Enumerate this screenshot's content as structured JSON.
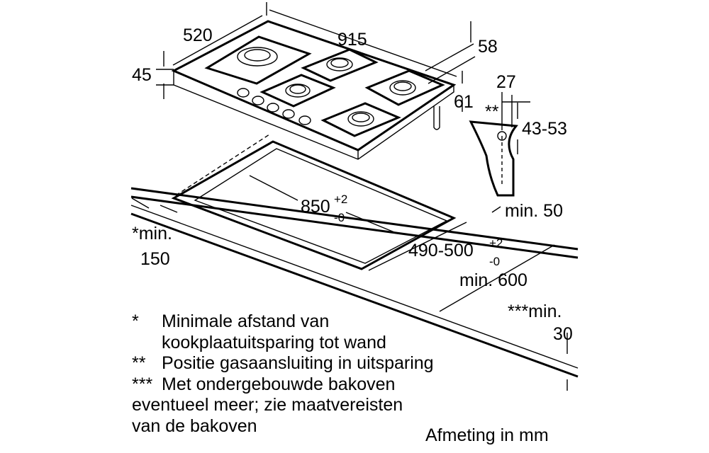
{
  "dimensions": {
    "depth": "520",
    "width": "915",
    "height": "45",
    "side_offset": "58",
    "rear_offset": "61",
    "connection_offset": "27",
    "connection_height": "43-53",
    "connection_marker": "**",
    "cutout_width": "850",
    "cutout_width_tol_plus": "+2",
    "cutout_width_tol_minus": "-0",
    "cutout_depth": "490-500",
    "cutout_depth_tol_plus": "+2",
    "cutout_depth_tol_minus": "-0",
    "front_edge_min": "min. 50",
    "worktop_min_depth": "min. 600",
    "wall_min_line1": "*min.",
    "wall_min_line2": "150",
    "oven_min_line1": "***min.",
    "oven_min_line2": "30"
  },
  "notes": [
    {
      "marker": "*",
      "lines": [
        "Minimale afstand van",
        "kookplaatuitsparing tot wand"
      ]
    },
    {
      "marker": "**",
      "lines": [
        "Positie gasaansluiting in uitsparing"
      ]
    },
    {
      "marker": "***",
      "lines": [
        "Met ondergebouwde bakoven",
        "eventueel meer; zie maatvereisten",
        "van de bakoven"
      ]
    }
  ],
  "footer": "Afmeting in mm"
}
